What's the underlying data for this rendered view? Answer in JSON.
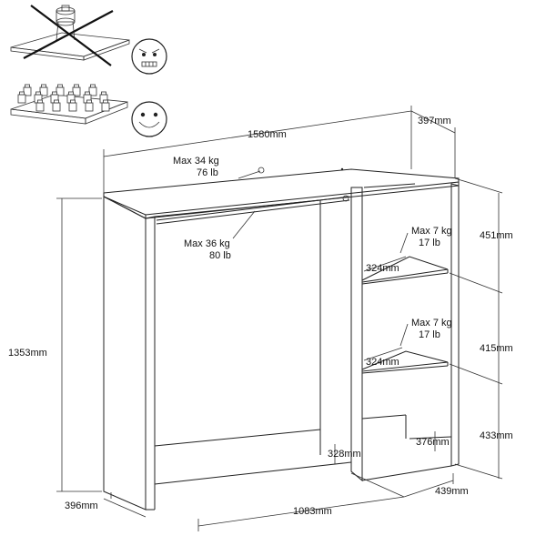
{
  "wardrobe": {
    "width_label": "1580mm",
    "side_depth_top_label": "397mm",
    "height_label": "1353mm",
    "shelf_section_top_label": "451mm",
    "shelf_section_mid_label": "415mm",
    "shelf_section_bottom_label": "433mm",
    "depth_bottom_left_label": "396mm",
    "inner_width_label": "1083mm",
    "side_depth_bottom_label": "439mm",
    "plinth_left_label": "328mm",
    "plinth_right_label": "376mm",
    "shelf_depth_upper_label": "324mm",
    "shelf_depth_lower_label": "324mm"
  },
  "loads": {
    "top_kg": "Max 34 kg",
    "top_lb": "76 lb",
    "rail_kg": "Max 36 kg",
    "rail_lb": "80 lb",
    "shelf_upper_kg": "Max 7 kg",
    "shelf_upper_lb": "17 lb",
    "shelf_lower_kg": "Max 7 kg",
    "shelf_lower_lb": "17 lb"
  }
}
